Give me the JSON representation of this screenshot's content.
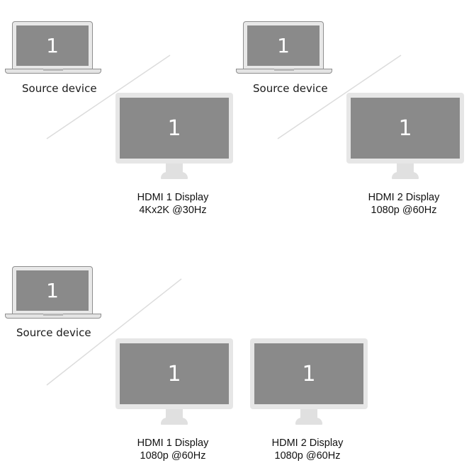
{
  "panels": [
    {
      "source": {
        "screen_number": "1",
        "label": "Source device"
      },
      "displays": [
        {
          "screen_number": "1",
          "name": "HDMI 1 Display",
          "mode": "4Kx2K @30Hz"
        }
      ]
    },
    {
      "source": {
        "screen_number": "1",
        "label": "Source device"
      },
      "displays": [
        {
          "screen_number": "1",
          "name": "HDMI 2 Display",
          "mode": "1080p @60Hz"
        }
      ]
    },
    {
      "source": {
        "screen_number": "1",
        "label": "Source device"
      },
      "displays": [
        {
          "screen_number": "1",
          "name": "HDMI 1 Display",
          "mode": "1080p @60Hz"
        },
        {
          "screen_number": "1",
          "name": "HDMI 2 Display",
          "mode": "1080p @60Hz"
        }
      ]
    }
  ],
  "colors": {
    "screen": "#8a8a8a",
    "frame": "#e6e6e6",
    "line": "#dcdcdc"
  }
}
